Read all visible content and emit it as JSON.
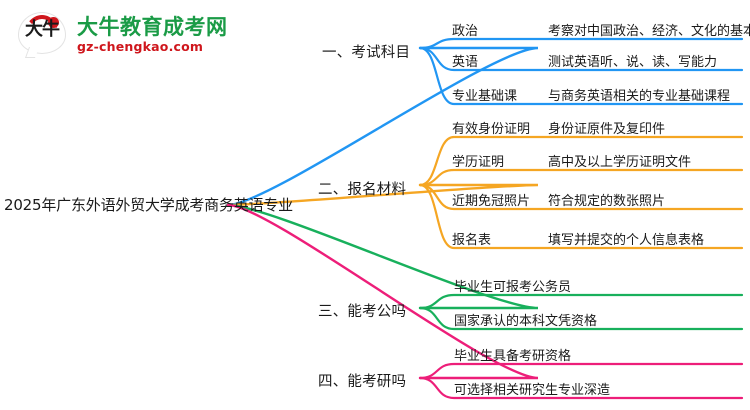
{
  "logo": {
    "mark_text": "大牛",
    "title": "大牛教育成考网",
    "subtitle": "gz-chengkao.com",
    "brand_green": "#1a9b46",
    "brand_red": "#cf161c"
  },
  "mindmap": {
    "root": "2025年广东外语外贸大学成考商务英语专业",
    "branches": [
      {
        "label": "一、考试科目",
        "color": "#2196f3",
        "leaves": [
          {
            "key": "政治",
            "value": "考察对中国政治、经济、文化的基本知识"
          },
          {
            "key": "英语",
            "value": "测试英语听、说、读、写能力"
          },
          {
            "key": "专业基础课",
            "value": "与商务英语相关的专业基础课程"
          }
        ]
      },
      {
        "label": "二、报名材料",
        "color": "#f5a623",
        "leaves": [
          {
            "key": "有效身份证明",
            "value": "身份证原件及复印件"
          },
          {
            "key": "学历证明",
            "value": "高中及以上学历证明文件"
          },
          {
            "key": "近期免冠照片",
            "value": "符合规定的数张照片"
          },
          {
            "key": "报名表",
            "value": "填写并提交的个人信息表格"
          }
        ]
      },
      {
        "label": "三、能考公吗",
        "color": "#18b05c",
        "leaves": [
          {
            "key": "毕业生可报考公务员",
            "value": ""
          },
          {
            "key": "国家承认的本科文凭资格",
            "value": ""
          }
        ]
      },
      {
        "label": "四、能考研吗",
        "color": "#ed1e79",
        "leaves": [
          {
            "key": "毕业生具备考研资格",
            "value": ""
          },
          {
            "key": "可选择相关研究生专业深造",
            "value": ""
          }
        ]
      }
    ]
  }
}
